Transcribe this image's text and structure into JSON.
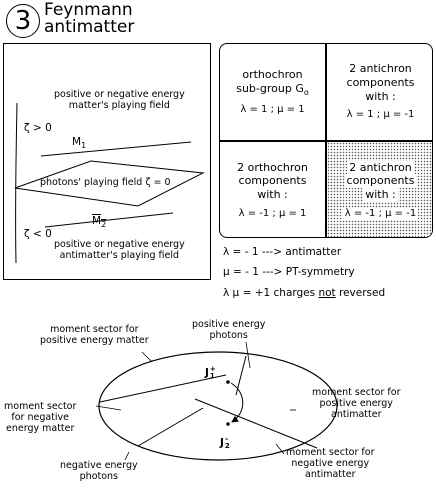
{
  "header": {
    "number": "3",
    "title_line1": "Feynmann",
    "title_line2": "antimatter"
  },
  "left_panel": {
    "top_label_line1": "positive or negative energy",
    "top_label_line2": "matter's playing field",
    "zeta_pos": "ζ > 0",
    "m1": "M",
    "m1_sub": "1",
    "photons_field": "photons' playing field  ζ = 0",
    "m2": "M",
    "m2_sub": "2",
    "zeta_neg": "ζ < 0",
    "bottom_label_line1": "positive or negative energy",
    "bottom_label_line2": "antimatter's playing field"
  },
  "table": {
    "cell_tl": {
      "line1": "orthochron",
      "line2": "sub-group G",
      "line2_sub": "o",
      "eq": "λ = 1  ;  μ = 1"
    },
    "cell_tr": {
      "line1": "2 antichron",
      "line2": "components",
      "line3": "with :",
      "eq": "λ = 1  ;  μ = -1"
    },
    "cell_bl": {
      "line1": "2 orthochron",
      "line2": "components",
      "line3": "with :",
      "eq": "λ = -1  ;  μ = 1"
    },
    "cell_br": {
      "line1": "2 antichron",
      "line2": "components",
      "line3": "with :",
      "eq": "λ = -1  ;  μ = -1"
    }
  },
  "legend": {
    "line1": "λ = - 1 ---> antimatter",
    "line2": "μ = - 1 ---> PT-symmetry",
    "line3_prefix": "λ μ = +1  charges ",
    "line3_underlined": "not",
    "line3_suffix": " reversed"
  },
  "bottom_diagram": {
    "pos_matter_line1": "moment sector for",
    "pos_matter_line2": "positive energy matter",
    "pos_photons_line1": "positive energy",
    "pos_photons_line2": "photons",
    "neg_matter_line1": "moment sector",
    "neg_matter_line2": "for negative",
    "neg_matter_line3": "energy matter",
    "pos_antimatter_line1": "moment sector for",
    "pos_antimatter_line2": "positive energy",
    "pos_antimatter_line3": "antimatter",
    "neg_photons_line1": "negative energy",
    "neg_photons_line2": "photons",
    "neg_antimatter_line1": "moment sector for",
    "neg_antimatter_line2": "negative energy",
    "neg_antimatter_line3": "antimatter",
    "j1": "J",
    "j1_sub": "1",
    "j1_sup": "+",
    "j2": "J",
    "j2_sub": "2",
    "j2_sup": "–"
  }
}
